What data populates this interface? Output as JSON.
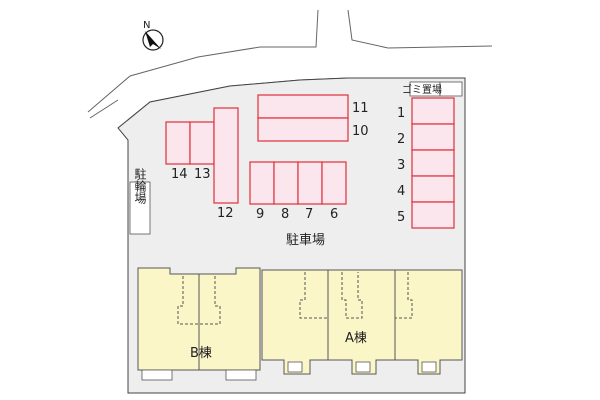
{
  "compass": {
    "letter": "N",
    "icon": "north-arrow-icon"
  },
  "garbage_area": {
    "label": "ゴミ置場"
  },
  "bicycle_parking": {
    "label": "駐輪場"
  },
  "parking": {
    "label": "駐車場",
    "slot_numbers": {
      "right_column": [
        "1",
        "2",
        "3",
        "4",
        "5"
      ],
      "top_row": [
        "11",
        "10"
      ],
      "middle_row": [
        "9",
        "8",
        "7",
        "6"
      ],
      "left_group": [
        "14",
        "13",
        "12"
      ]
    }
  },
  "buildings": {
    "a": {
      "label": "A棟"
    },
    "b": {
      "label": "B棟"
    }
  },
  "colors": {
    "parking_slot_fill": "#fbe6ee",
    "parking_slot_border": "#e0303a",
    "building_fill": "#fbf6c8",
    "lot_fill": "#eeeeee"
  }
}
